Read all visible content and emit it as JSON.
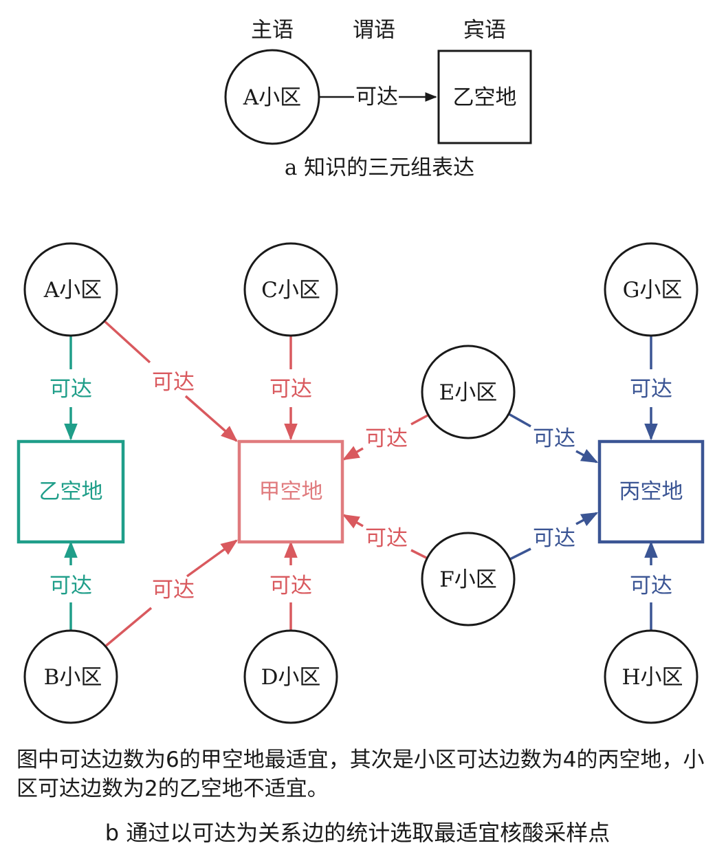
{
  "part_a": {
    "headers": {
      "subject": "主语",
      "predicate": "谓语",
      "object": "宾语"
    },
    "subject_node": "A小区",
    "edge_label": "可达",
    "object_node": "乙空地",
    "caption": "a  知识的三元组表达"
  },
  "part_b": {
    "nodes": {
      "A": "A小区",
      "B": "B小区",
      "C": "C小区",
      "D": "D小区",
      "E": "E小区",
      "F": "F小区",
      "G": "G小区",
      "H": "H小区"
    },
    "sites": {
      "yi": "乙空地",
      "jia": "甲空地",
      "bing": "丙空地"
    },
    "edge_label": "可达",
    "colors": {
      "teal": "#1f9e89",
      "red": "#d9595e",
      "red_box": "#e07b7e",
      "blue": "#3b5594",
      "black": "#1a1a1a"
    },
    "note": "图中可达边数为6的甲空地最适宜，其次是小区可达边数为4的丙空地，小区可达边数为2的乙空地不适宜。",
    "caption": "b  通过以可达为关系边的统计选取最适宜核酸采样点"
  }
}
